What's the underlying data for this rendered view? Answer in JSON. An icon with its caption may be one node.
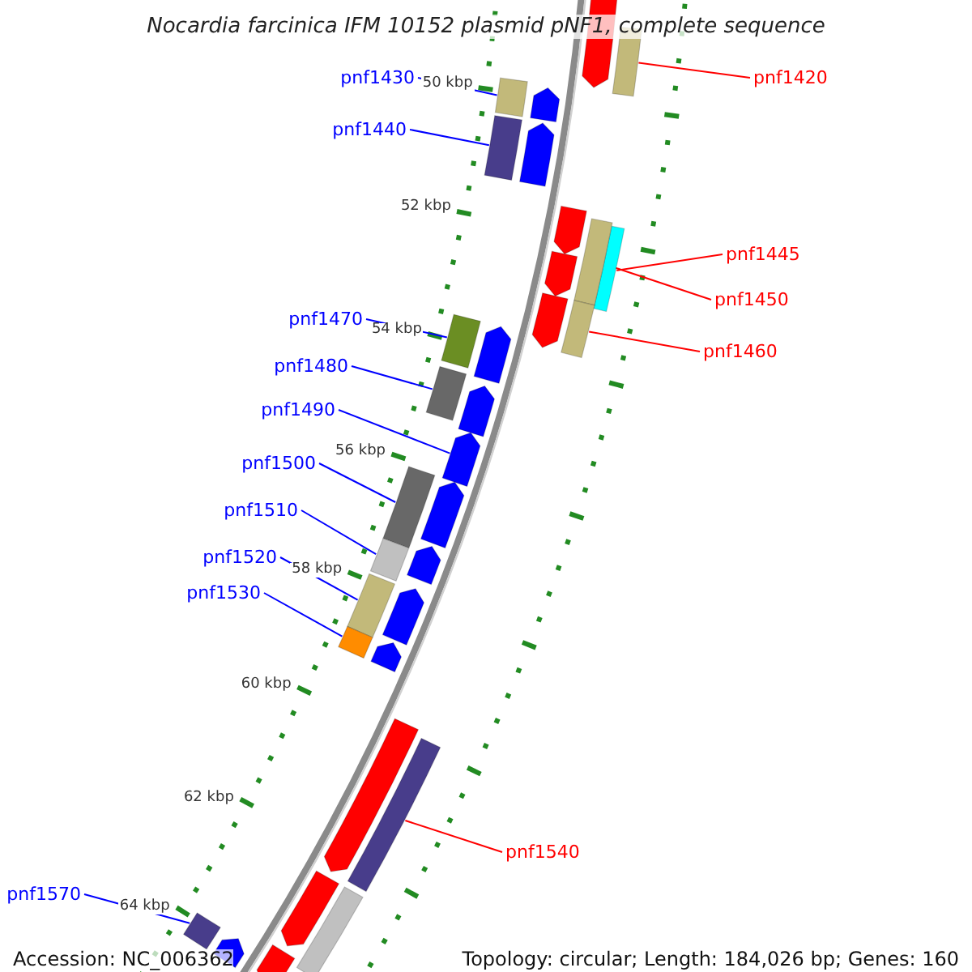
{
  "diagram": {
    "title": "Nocardia farcinica IFM 10152 plasmid pNF1, complete sequence",
    "nodes": [
      {
        "text": [
          "pnf1420"
        ]
      },
      {
        "text": [],
        "shape": "bar"
      },
      {
        "text": [
          "pnf1430"
        ]
      },
      {
        "text": [],
        "shape": "bar"
      },
      {
        "text": [
          "pnf1440"
        ]
      },
      {
        "text": [],
        "shape": "bar"
      },
      {
        "text": [
          "pnf1445"
        ]
      },
      {
        "text": [],
        "shape": "bar"
      },
      {
        "text": [
          "pnf1450"
        ]
      },
      {
        "text": [],
        "shape": "bar"
      },
      {
        "text": [
          "pnf1470"
        ]
      },
      {
        "text": [],
        "shape": "bar"
      },
      {
        "text": [
          "pnf1460"
        ]
      },
      {
        "text": [],
        "shape": "bar"
      },
      {
        "text": [
          "pnf1480"
        ]
      },
      {
        "text": [],
        "shape": "bar"
      },
      {
        "text": [
          "pnf1490"
        ]
      },
      {
        "text": [],
        "shape": "arrow"
      },
      {
        "text": [
          "pnf1500"
        ]
      },
      {
        "text": [],
        "shape": "bar"
      },
      {
        "text": [
          "pnf1510"
        ]
      },
      {
        "text": [],
        "shape": "bar"
      },
      {
        "text": [
          "pnf1520"
        ]
      },
      {
        "text": [],
        "shape": "bar"
      },
      {
        "text": [
          "pnf1530"
        ]
      },
      {
        "text": [],
        "shape": "bar"
      },
      {
        "text": [
          "pnf1540"
        ]
      },
      {
        "text": [],
        "shape": "bar"
      },
      {
        "text": [
          "pnf1570"
        ]
      },
      {
        "text": [],
        "shape": "bar"
      },
      {
        "text": [],
        "shape": "arrow"
      },
      {
        "text": [],
        "shape": "arrow"
      },
      {
        "text": [],
        "shape": "arrow"
      },
      {
        "text": [],
        "shape": "arrow"
      },
      {
        "text": [],
        "shape": "arrow"
      },
      {
        "text": [],
        "shape": "arrow"
      },
      {
        "text": [],
        "shape": "arrow"
      },
      {
        "text": [],
        "shape": "arrow"
      },
      {
        "text": [],
        "shape": "arrow"
      },
      {
        "text": [],
        "shape": "arrow"
      },
      {
        "text": [],
        "shape": "arrow"
      },
      {
        "text": [],
        "shape": "arrow"
      },
      {
        "text": [],
        "shape": "arrow"
      },
      {
        "text": [],
        "shape": "arrow"
      },
      {
        "text": [],
        "shape": "bar"
      },
      {
        "text": [],
        "shape": "arrow"
      },
      {
        "text": [],
        "shape": "arrow"
      }
    ],
    "edges": [
      {
        "from": 0,
        "to": 1,
        "arrow": "none",
        "color": "#ff0000"
      },
      {
        "from": 2,
        "to": 3,
        "arrow": "none"
      },
      {
        "from": 4,
        "to": 5,
        "arrow": "none"
      },
      {
        "from": 6,
        "to": 7,
        "arrow": "none",
        "color": "#ff0000"
      },
      {
        "from": 8,
        "to": 9,
        "arrow": "none",
        "color": "#ff0000"
      },
      {
        "from": 10,
        "to": 11,
        "arrow": "none"
      },
      {
        "from": 12,
        "to": 13,
        "arrow": "none",
        "color": "#ff0000"
      },
      {
        "from": 14,
        "to": 15,
        "arrow": "none"
      },
      {
        "from": 16,
        "to": 17,
        "arrow": "none"
      },
      {
        "from": 18,
        "to": 19,
        "arrow": "none"
      },
      {
        "from": 20,
        "to": 21,
        "arrow": "none"
      },
      {
        "from": 22,
        "to": 23,
        "arrow": "none"
      },
      {
        "from": 24,
        "to": 25,
        "arrow": "none"
      },
      {
        "from": 26,
        "to": 27,
        "arrow": "none",
        "color": "#ff0000"
      },
      {
        "from": 28,
        "to": 29,
        "arrow": "none"
      }
    ],
    "labels": [
      "50 kbp",
      "52 kbp",
      "54 kbp",
      "56 kbp",
      "58 kbp",
      "60 kbp",
      "62 kbp",
      "64 kbp",
      "Accession: NC_006362",
      "Topology: circular; Length: 184,026 bp; Genes: 160"
    ]
  }
}
